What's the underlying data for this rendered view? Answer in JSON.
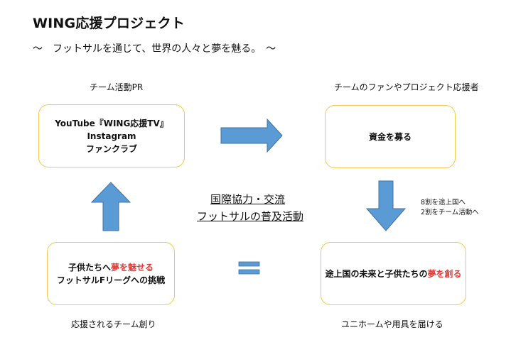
{
  "title": "WING応援プロジェクト",
  "subtitle": "～　フットサルを通じて、世界の人々と夢を魅る。　～",
  "labels": {
    "top_left": "チーム活動PR",
    "top_right": "チームのファンやプロジェクト応援者",
    "bottom_left": "応援されるチーム創り",
    "bottom_right": "ユニホームや用具を届ける"
  },
  "boxes": {
    "top_left": {
      "line1": "YouTube『WING応援TV』",
      "line2": "Instagram",
      "line3": "ファンクラブ"
    },
    "top_right": {
      "line1": "資金を募る"
    },
    "bottom_left": {
      "line1_prefix": "子供たちへ",
      "line1_highlight": "夢を魅せる",
      "line2": "フットサルFリーグへの挑戦"
    },
    "bottom_right": {
      "prefix": "途上国の未来と子供たちの",
      "highlight": "夢を創る"
    }
  },
  "center": {
    "line1": "国際協力・交流",
    "line2": "フットサルの普及活動"
  },
  "note": {
    "line1": "8割を途上国へ",
    "line2": "2割をチーム活動へ"
  },
  "colors": {
    "box_border": "#f2c94c",
    "arrow_fill": "#5b9bd5",
    "arrow_stroke": "#41719c",
    "highlight": "#e53935"
  }
}
